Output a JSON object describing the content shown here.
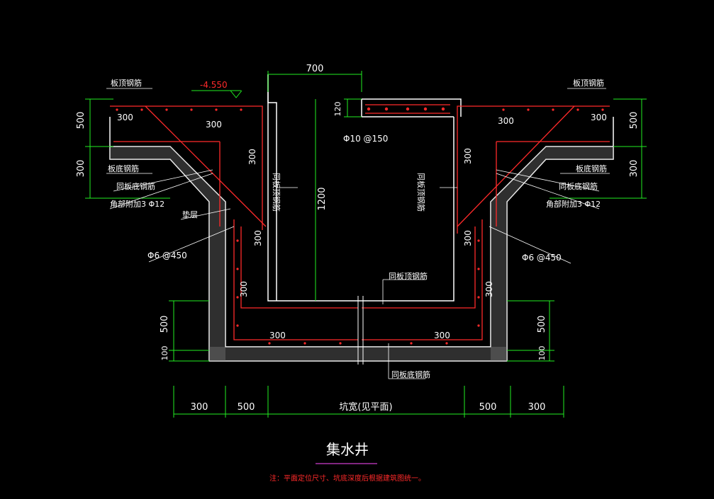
{
  "colors": {
    "background": "#000000",
    "outline": "#ffffff",
    "rebar": "#ff2a2a",
    "dimension": "#22ee22",
    "text": "#ffffff",
    "title_underline": "#aa33aa",
    "note": "#ff2a2a"
  },
  "title": "集水井",
  "note": "注：平面定位尺寸、坑底深度后根据建筑图统一。",
  "labels": {
    "top_rebar_left": "板顶钢筋",
    "top_rebar_right": "板顶钢筋",
    "bottom_rebar_left": "板底钢筋",
    "bottom_rebar_right": "板底钢筋",
    "same_bottom_left": "同板底钢筋",
    "same_bottom_right": "同板底钢筋",
    "corner_left": "角部附加3 Φ12",
    "corner_right": "角部附加3 Φ12",
    "cushion": "垫层",
    "stirrup_left": "Φ6 @450",
    "stirrup_right": "Φ6 @450",
    "wall_left": "同板顶钢筋",
    "wall_right": "同板顶钢筋",
    "pit_top": "同板顶钢筋",
    "pit_bottom": "同板底钢筋",
    "elevation": "-4.550",
    "slab_rebar": "Φ10 @150"
  },
  "dimensions": {
    "top_width": "700",
    "slab_thk": "120",
    "wall_height": "1200",
    "left_500": "500",
    "left_300": "300",
    "right_500": "500",
    "right_300": "300",
    "bot_left_500": "500",
    "bot_left_100": "100",
    "bot_right_500": "500",
    "bot_right_100": "100",
    "bottom_300_l": "300",
    "bottom_500_l": "500",
    "bottom_pit": "坑宽(见平面)",
    "bottom_500_r": "500",
    "bottom_300_r": "300"
  },
  "anchor_lengths": {
    "a1": "300",
    "a2": "300",
    "a3": "300",
    "a4": "300",
    "a5": "300",
    "a6": "300",
    "a7": "300",
    "a8": "300",
    "a9": "300",
    "a10": "300",
    "a11": "300",
    "a12": "300"
  }
}
